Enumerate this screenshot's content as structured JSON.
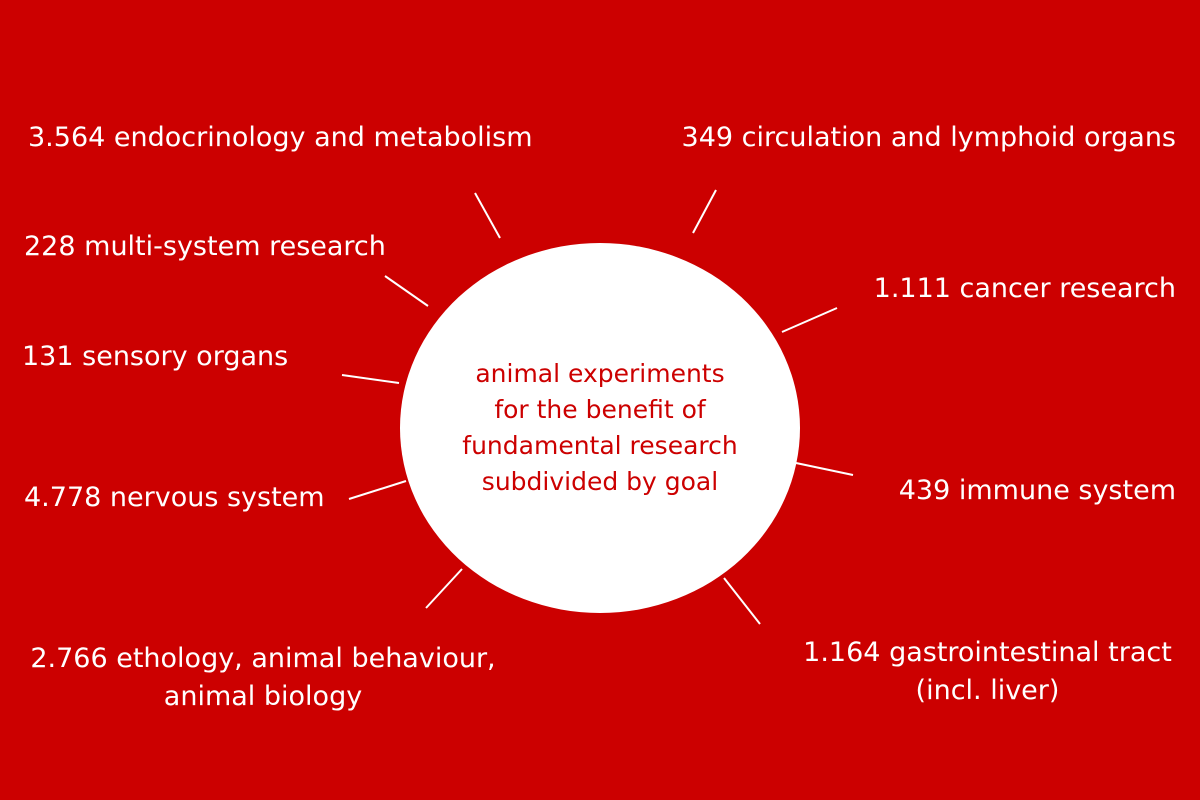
{
  "center": {
    "lines": [
      "animal experiments",
      "for the benefit of",
      "fundamental research",
      "subdivided by goal"
    ]
  },
  "items": [
    {
      "value": "3.564",
      "label": "endocrinology and metabolism"
    },
    {
      "value": "349",
      "label": "circulation and lymphoid organs"
    },
    {
      "value": "228",
      "label": "multi-system research"
    },
    {
      "value": "1.111",
      "label": "cancer research"
    },
    {
      "value": "131",
      "label": "sensory organs"
    },
    {
      "value": "4.778",
      "label": "nervous system"
    },
    {
      "value": "439",
      "label": "immune system"
    },
    {
      "value": "2.766",
      "label": "ethology, animal behaviour,",
      "label_line2": "animal biology"
    },
    {
      "value": "1.164",
      "label": "gastrointestinal tract",
      "label_line2": "(incl. liver)"
    }
  ],
  "colors": {
    "background": "#cc0000",
    "circle": "#ffffff",
    "center_text": "#cc0000",
    "label_text": "#ffffff",
    "connector": "#ffffff"
  }
}
